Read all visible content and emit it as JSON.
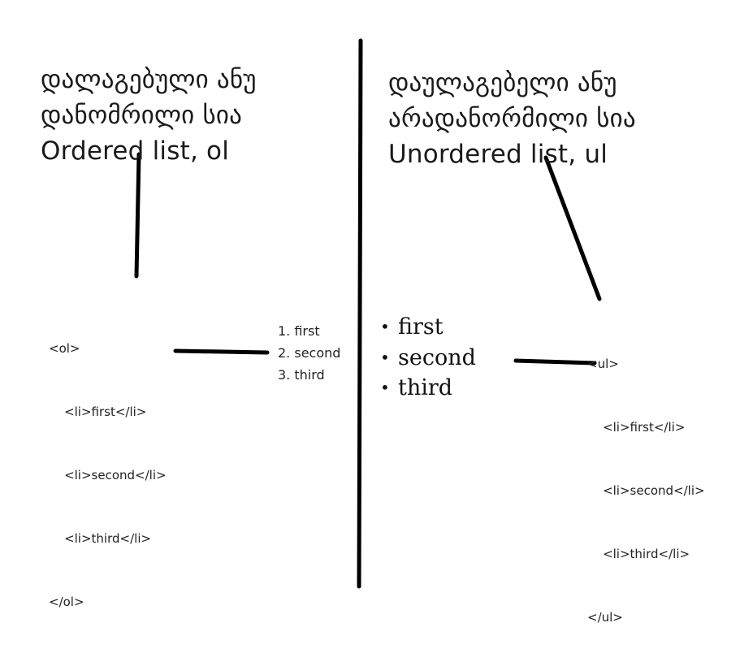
{
  "left": {
    "heading": [
      "დალაგებული ანუ",
      "დანომრილი სია",
      "Ordered list, ol"
    ],
    "code": [
      "<ol>",
      "    <li>first</li>",
      "    <li>second</li>",
      "    <li>third</li>",
      "</ol>"
    ],
    "rendered": [
      "1. first",
      "2. second",
      "3. third"
    ]
  },
  "right": {
    "heading": [
      "დაულაგებელი ანუ",
      "არადანორმილი სია",
      "Unordered list, ul"
    ],
    "code": [
      "<ul>",
      "    <li>first</li>",
      "    <li>second</li>",
      "    <li>third</li>",
      "</ul>"
    ],
    "rendered": [
      "first",
      "second",
      "third"
    ],
    "bullet": "•"
  },
  "colors": {
    "ink": "#000000",
    "text": "#1a1a1a"
  }
}
